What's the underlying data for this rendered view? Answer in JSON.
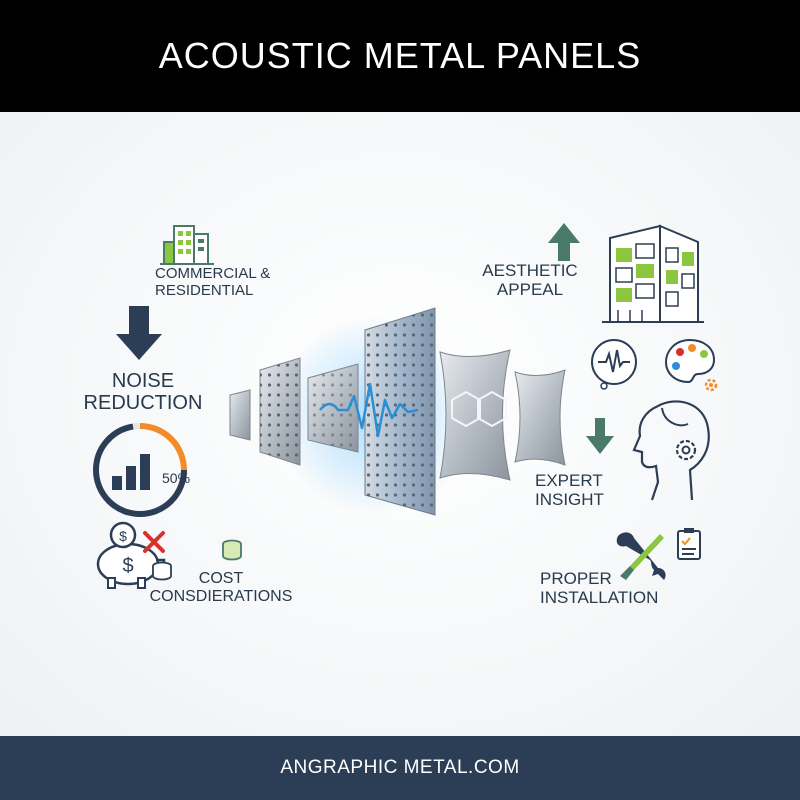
{
  "header": {
    "title": "ACOUSTIC METAL PANELS"
  },
  "footer": {
    "site": "ANGRAPHIC METAL.COM"
  },
  "features": {
    "commercial": {
      "line1": "COMMERCIAL &",
      "line2": "RESIDENTIAL"
    },
    "noise": {
      "line1": "NOISE",
      "line2": "REDUCTION",
      "gauge_label": "50%",
      "gauge_value": 0.5
    },
    "cost": {
      "line1": "COST",
      "line2": "CONSDIERATIONS"
    },
    "aesthetic": {
      "line1": "AESTHETIC",
      "line2": "APPEAL"
    },
    "expert": {
      "line1": "EXPERT",
      "line2": "INSIGHT"
    },
    "install": {
      "line1": "PROPER",
      "line2": "INSTALLATION"
    }
  },
  "icons": [
    "building-icon",
    "down-arrow-icon",
    "gauge-icon",
    "bar-chart-icon",
    "piggy-bank-icon",
    "coin-icon",
    "x-mark-icon",
    "coin-stack-icon",
    "up-arrow-icon",
    "office-building-icon",
    "sound-wave-icon",
    "palette-icon",
    "gear-icon",
    "head-profile-icon",
    "wrench-icon",
    "screwdriver-icon",
    "checklist-icon",
    "acoustic-panels-icon"
  ],
  "colors": {
    "header": "#000000",
    "footer": "#2c3e55",
    "text": "#2a3a4c",
    "accent_green": "#8cc63f",
    "accent_teal": "#4a7a6a",
    "accent_orange": "#f28c28",
    "accent_red": "#d9302c",
    "wave_blue": "#2b8fd6"
  }
}
